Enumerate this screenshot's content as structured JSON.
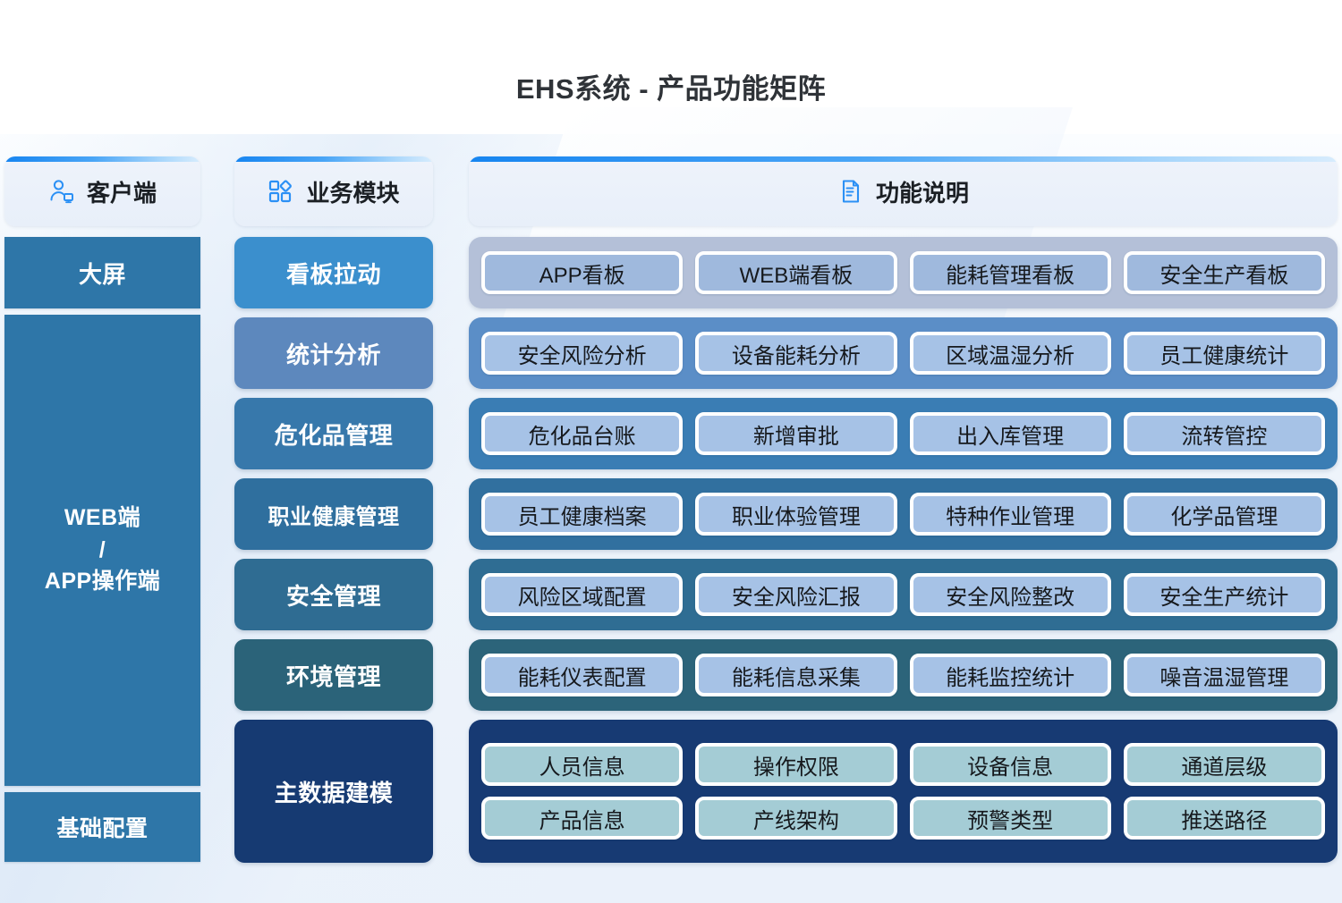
{
  "title": "EHS系统 - 产品功能矩阵",
  "headers": [
    {
      "key": "client",
      "label": "客户端",
      "icon": "user-monitor-icon"
    },
    {
      "key": "module",
      "label": "业务模块",
      "icon": "grid-modules-icon"
    },
    {
      "key": "function",
      "label": "功能说明",
      "icon": "document-list-icon"
    }
  ],
  "client_column": [
    {
      "label": "大屏"
    },
    {
      "label": "WEB端\n/\nAPP操作端"
    },
    {
      "label": "基础配置"
    }
  ],
  "modules": [
    {
      "label": "看板拉动",
      "color": "#3b8fcd"
    },
    {
      "label": "统计分析",
      "color": "#5d88bd"
    },
    {
      "label": "危化品管理",
      "color": "#3778ab"
    },
    {
      "label": "职业健康管理",
      "color": "#2f6f9e"
    },
    {
      "label": "安全管理",
      "color": "#2f6c92"
    },
    {
      "label": "环境管理",
      "color": "#2b6379"
    },
    {
      "label": "主数据建模",
      "color": "#163a72"
    }
  ],
  "function_bands": [
    {
      "module": "看板拉动",
      "band_color": "#b4c0d8",
      "chip_color": "#9fb9dd",
      "rows": [
        [
          "APP看板",
          "WEB端看板",
          "能耗管理看板",
          "安全生产看板"
        ]
      ]
    },
    {
      "module": "统计分析",
      "band_color": "#5b8ec7",
      "chip_color": "#a6c2e6",
      "rows": [
        [
          "安全风险分析",
          "设备能耗分析",
          "区域温湿分析",
          "员工健康统计"
        ]
      ]
    },
    {
      "module": "危化品管理",
      "band_color": "#3a7db4",
      "chip_color": "#a6c2e6",
      "rows": [
        [
          "危化品台账",
          "新增审批",
          "出入库管理",
          "流转管控"
        ]
      ]
    },
    {
      "module": "职业健康管理",
      "band_color": "#31709f",
      "chip_color": "#a6c2e6",
      "rows": [
        [
          "员工健康档案",
          "职业体验管理",
          "特种作业管理",
          "化学品管理"
        ]
      ]
    },
    {
      "module": "安全管理",
      "band_color": "#2f6d93",
      "chip_color": "#a6c2e6",
      "rows": [
        [
          "风险区域配置",
          "安全风险汇报",
          "安全风险整改",
          "安全生产统计"
        ]
      ]
    },
    {
      "module": "环境管理",
      "band_color": "#2c647a",
      "chip_color": "#a6c2e6",
      "rows": [
        [
          "能耗仪表配置",
          "能耗信息采集",
          "能耗监控统计",
          "噪音温湿管理"
        ]
      ]
    },
    {
      "module": "主数据建模",
      "band_color": "#173a73",
      "chip_color": "#a4ccd5",
      "rows": [
        [
          "人员信息",
          "操作权限",
          "设备信息",
          "通道层级"
        ],
        [
          "产品信息",
          "产线架构",
          "预警类型",
          "推送路径"
        ]
      ]
    }
  ],
  "colors": {
    "accent": "#1785f0",
    "title_text": "#2f3338",
    "client_block": "#2e76a8",
    "page_bg": "#eef4fb"
  }
}
